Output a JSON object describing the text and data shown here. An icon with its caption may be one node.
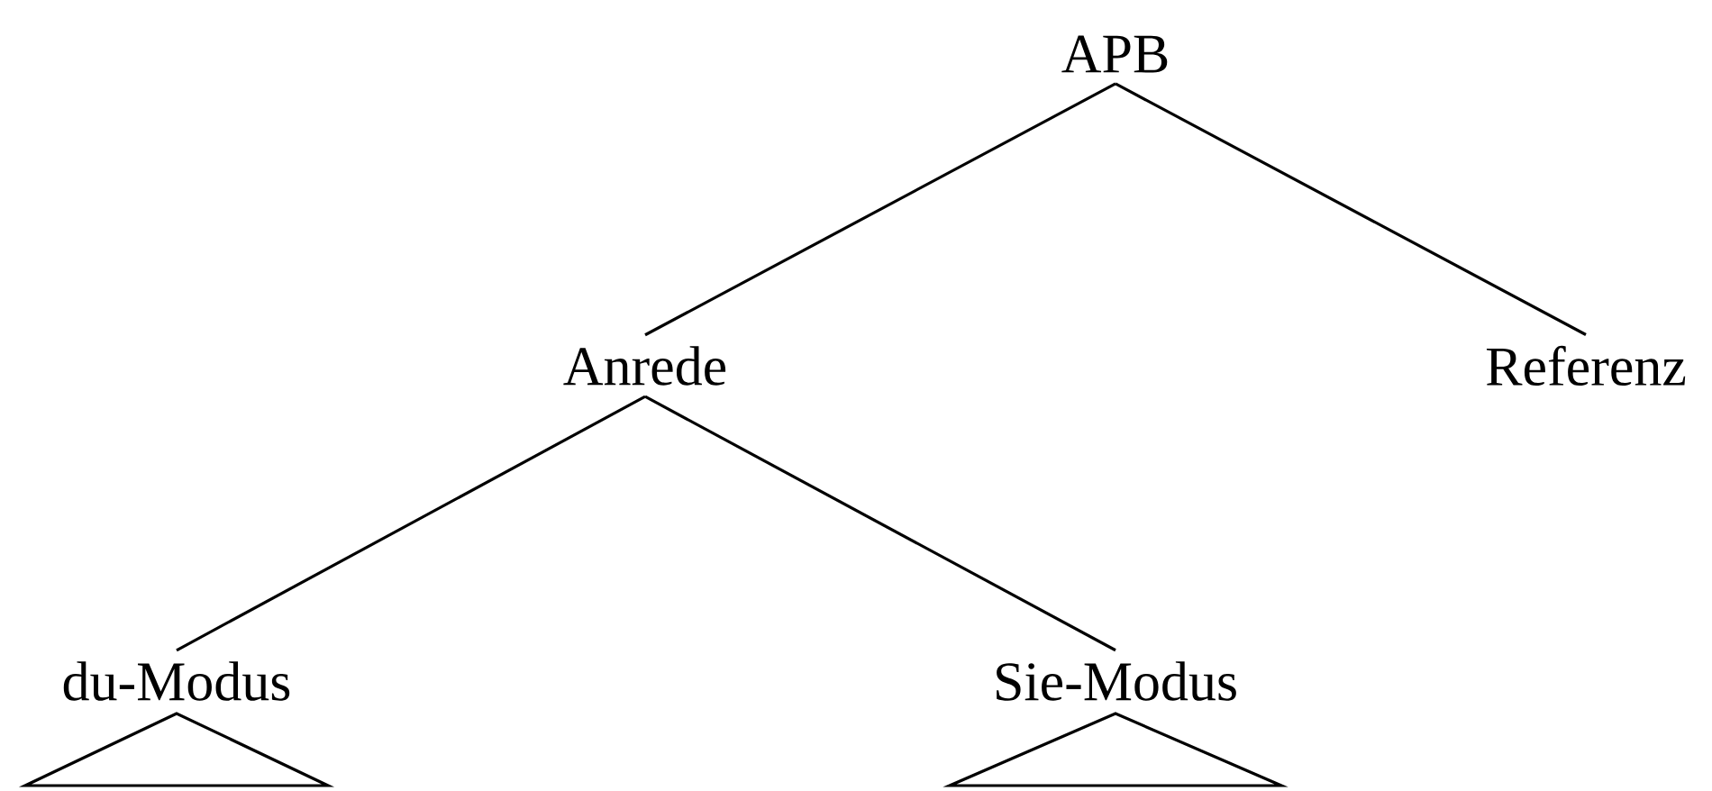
{
  "diagram": {
    "nodes": [
      {
        "text": [
          "APB"
        ]
      },
      {
        "text": [
          "Anrede"
        ]
      },
      {
        "text": [
          "Referenz"
        ]
      },
      {
        "text": [
          "du-Modus"
        ]
      },
      {
        "text": [
          "Sie-Modus"
        ]
      },
      {
        "text": [],
        "shape": "triangle"
      },
      {
        "text": [],
        "shape": "triangle"
      }
    ],
    "edges": [
      {
        "from": 0,
        "to": 1,
        "arrow": "none"
      },
      {
        "from": 0,
        "to": 2,
        "arrow": "none"
      },
      {
        "from": 1,
        "to": 3,
        "arrow": "none"
      },
      {
        "from": 1,
        "to": 4,
        "arrow": "none"
      }
    ]
  }
}
